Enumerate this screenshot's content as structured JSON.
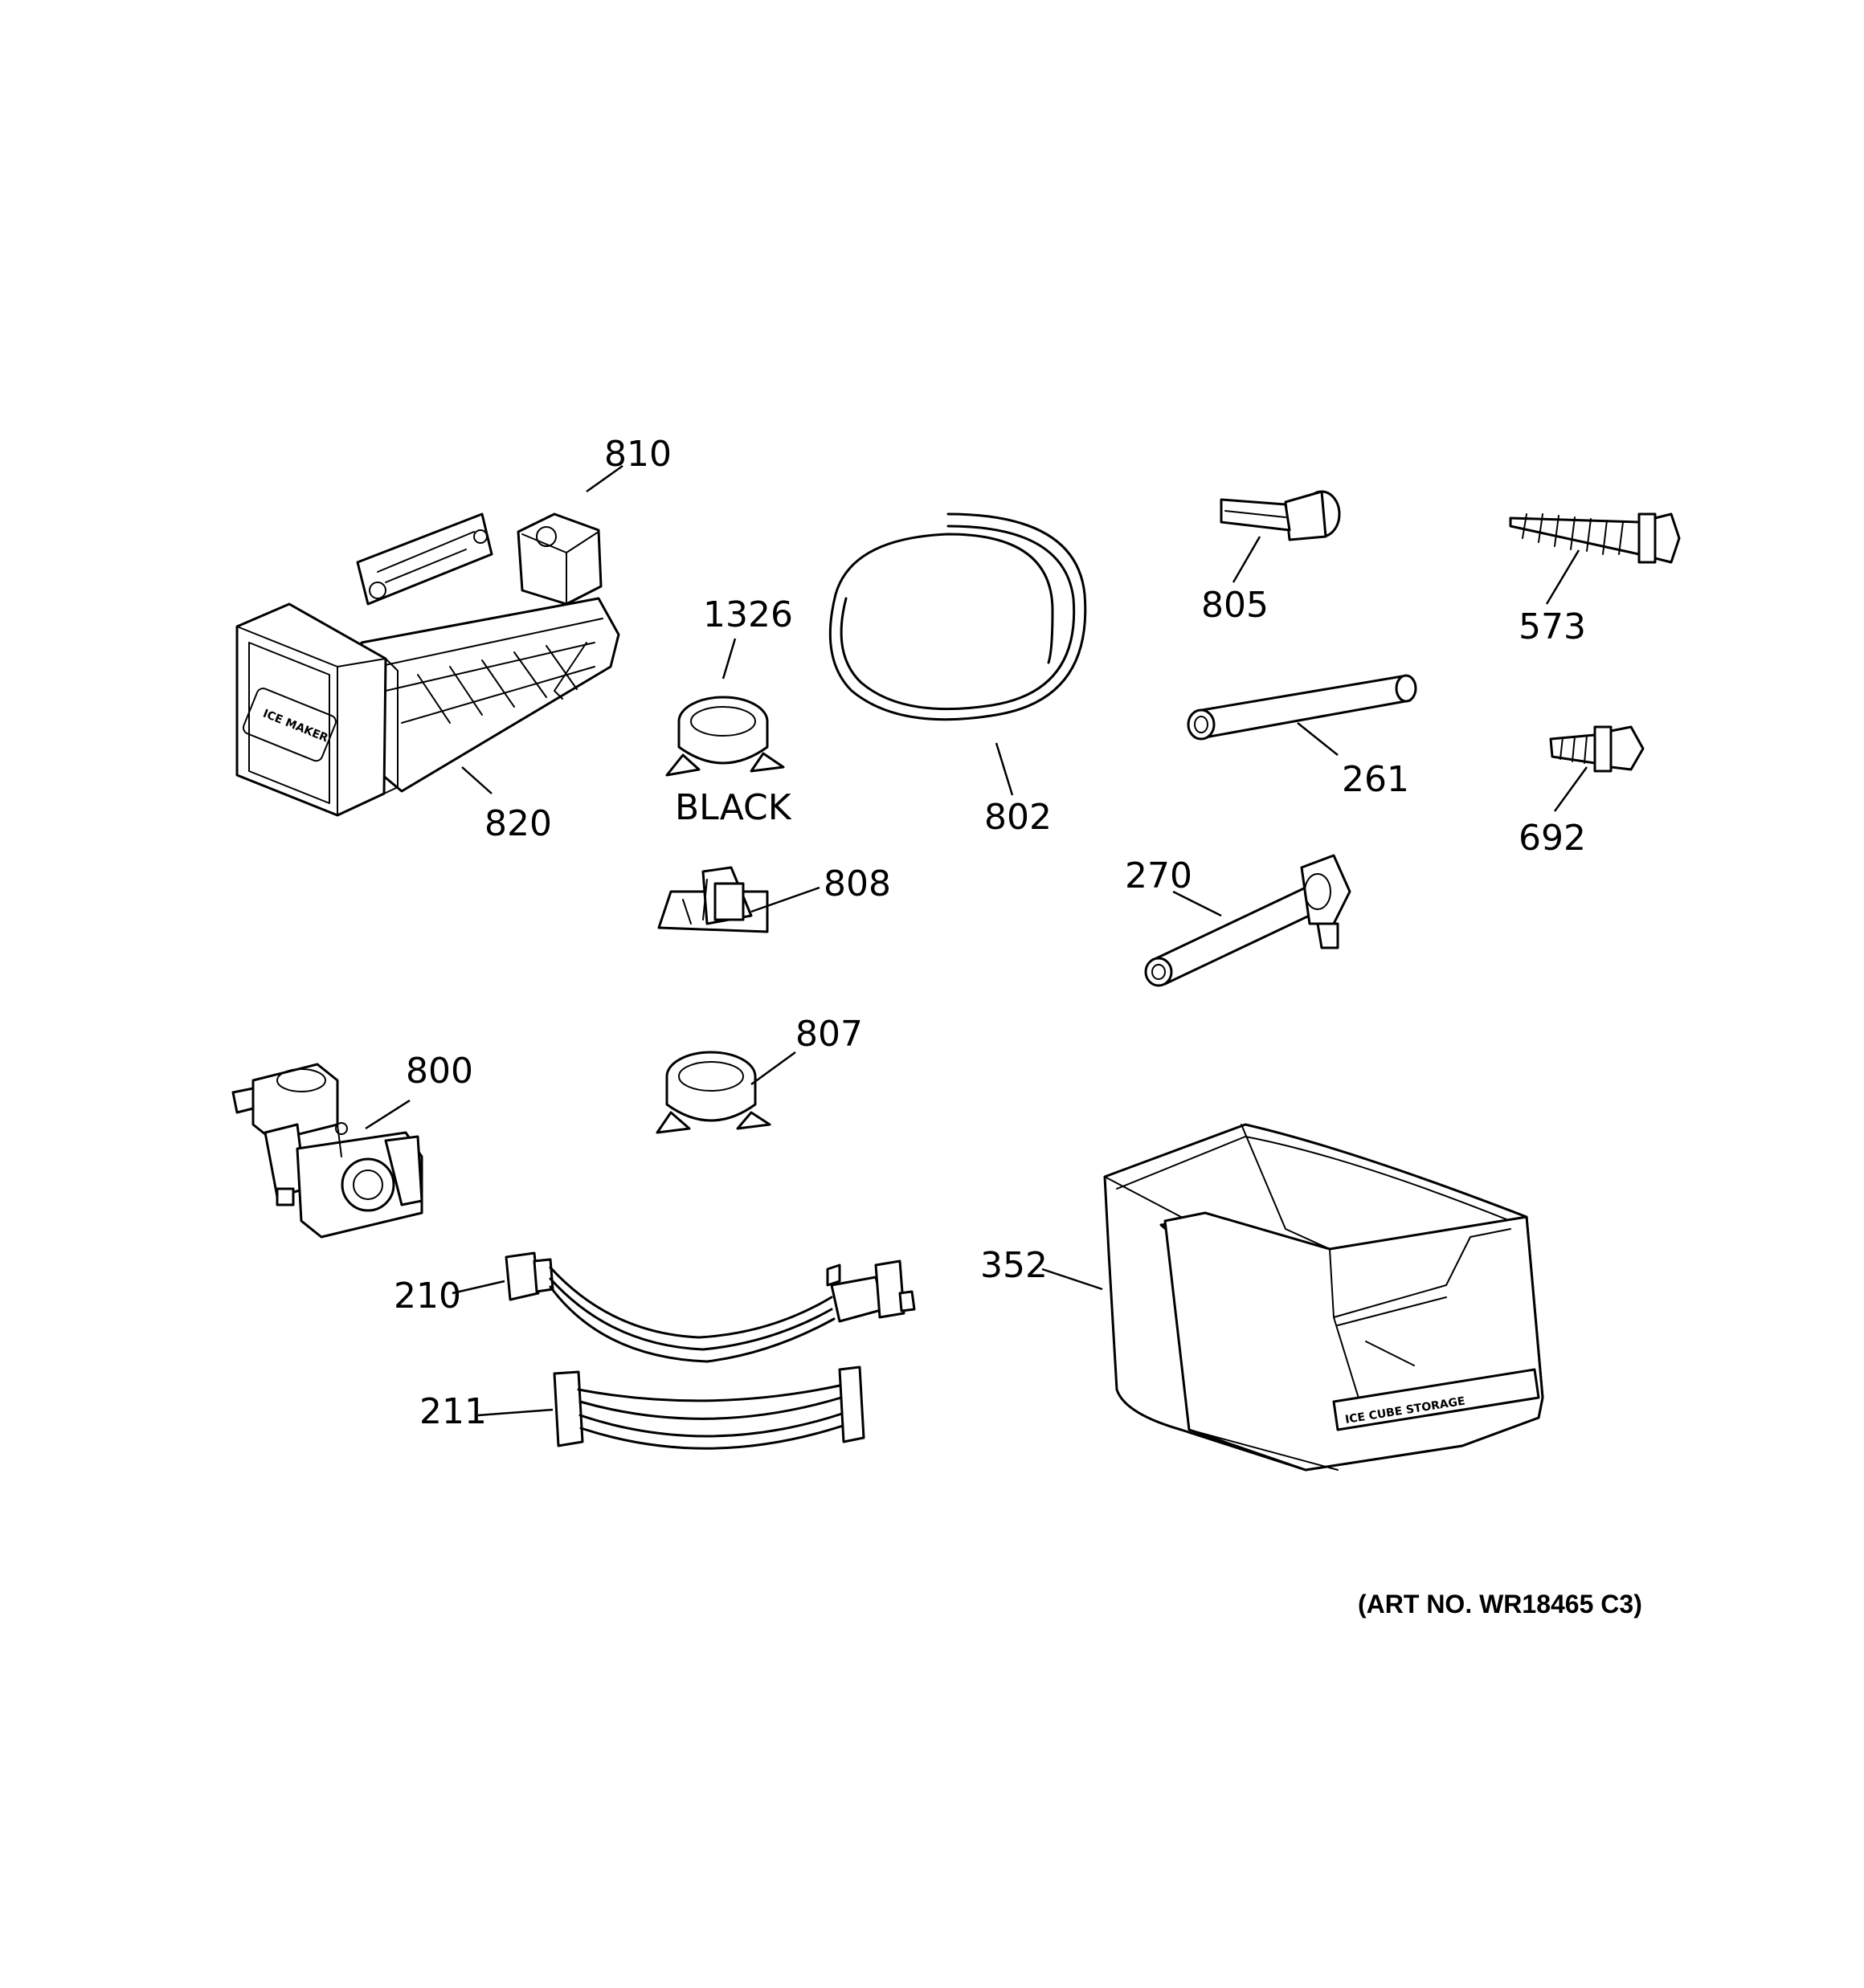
{
  "parts": [
    {
      "id": "810",
      "label": "810"
    },
    {
      "id": "820",
      "label": "820"
    },
    {
      "id": "1326",
      "label": "1326"
    },
    {
      "id": "black",
      "label": "BLACK"
    },
    {
      "id": "802",
      "label": "802"
    },
    {
      "id": "805",
      "label": "805"
    },
    {
      "id": "573",
      "label": "573"
    },
    {
      "id": "261",
      "label": "261"
    },
    {
      "id": "692",
      "label": "692"
    },
    {
      "id": "808",
      "label": "808"
    },
    {
      "id": "270",
      "label": "270"
    },
    {
      "id": "800",
      "label": "800"
    },
    {
      "id": "807",
      "label": "807"
    },
    {
      "id": "352",
      "label": "352"
    },
    {
      "id": "210",
      "label": "210"
    },
    {
      "id": "211",
      "label": "211"
    }
  ],
  "printed_text": {
    "ice_maker": "ICE MAKER",
    "ice_cube_storage": "ICE CUBE STORAGE"
  },
  "art_number": "(ART NO. WR18465 C3)"
}
